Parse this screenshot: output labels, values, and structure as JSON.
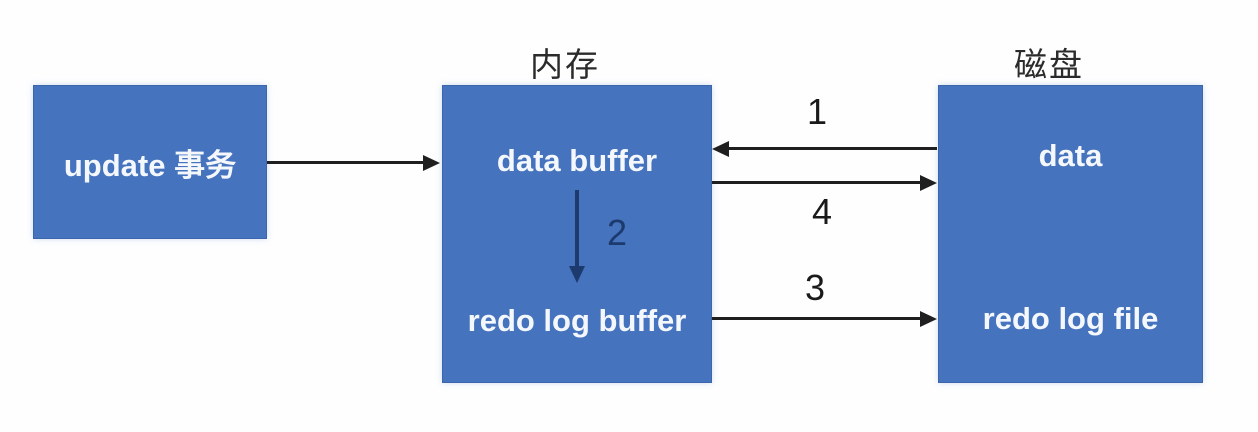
{
  "diagram": {
    "zones": {
      "memory_label": "内存",
      "disk_label": "磁盘"
    },
    "boxes": {
      "update_transaction": "update 事务",
      "data_buffer": "data buffer",
      "redo_log_buffer": "redo log buffer",
      "data": "data",
      "redo_log_file": "redo log file"
    },
    "steps": {
      "s1": "1",
      "s2": "2",
      "s3": "3",
      "s4": "4"
    },
    "colors": {
      "box_fill": "#4673bd",
      "box_border": "#3c66ac",
      "box_text": "#f4f8fd",
      "arrow": "#1f1f1f",
      "step2_arrow": "#1c3a6e",
      "zone_label_text": "#2b2b2b",
      "background": "#fefefe"
    }
  }
}
